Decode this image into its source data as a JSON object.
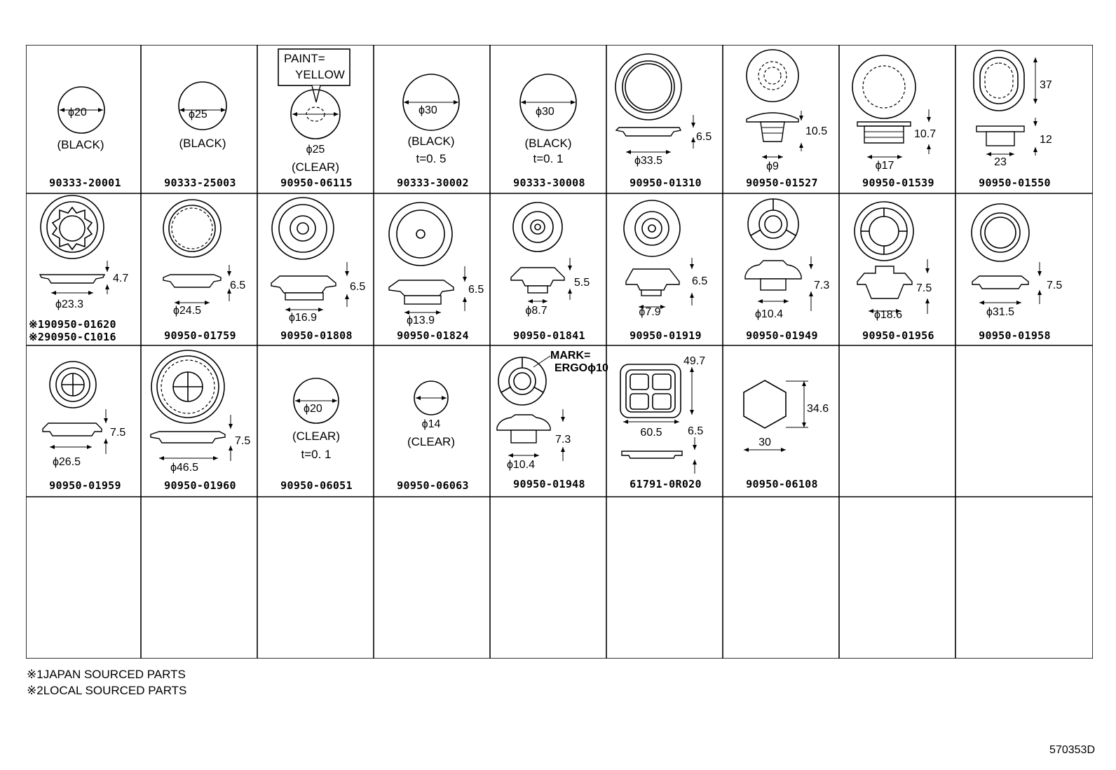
{
  "parts": [
    {
      "number": "90333-20001",
      "dims": [
        "ϕ20"
      ],
      "notes": [
        "(BLACK)"
      ]
    },
    {
      "number": "90333-25003",
      "dims": [
        "ϕ25"
      ],
      "notes": [
        "(BLACK)"
      ]
    },
    {
      "number": "90950-06115",
      "dims": [
        "ϕ25"
      ],
      "notes": [
        "(CLEAR)"
      ],
      "callout": [
        "PAINT=",
        "YELLOW"
      ]
    },
    {
      "number": "90333-30002",
      "dims": [
        "ϕ30"
      ],
      "notes": [
        "(BLACK)",
        "t=0. 5"
      ]
    },
    {
      "number": "90333-30008",
      "dims": [
        "ϕ30"
      ],
      "notes": [
        "(BLACK)",
        "t=0. 1"
      ]
    },
    {
      "number": "90950-01310",
      "dims": [
        "6.5",
        "ϕ33.5"
      ]
    },
    {
      "number": "90950-01527",
      "dims": [
        "10.5",
        "ϕ9"
      ]
    },
    {
      "number": "90950-01539",
      "dims": [
        "10.7",
        "ϕ17"
      ]
    },
    {
      "number": "90950-01550",
      "dims": [
        "37",
        "12",
        "23"
      ]
    },
    {
      "number": "90950-01620",
      "dims": [
        "4.7",
        "ϕ23.3"
      ],
      "alt": "90950-C1016",
      "marks": [
        "※1",
        "※2"
      ]
    },
    {
      "number": "90950-01759",
      "dims": [
        "6.5",
        "ϕ24.5"
      ]
    },
    {
      "number": "90950-01808",
      "dims": [
        "6.5",
        "ϕ16.9"
      ]
    },
    {
      "number": "90950-01824",
      "dims": [
        "6.5",
        "ϕ13.9"
      ]
    },
    {
      "number": "90950-01841",
      "dims": [
        "5.5",
        "ϕ8.7"
      ]
    },
    {
      "number": "90950-01919",
      "dims": [
        "6.5",
        "ϕ7.9"
      ]
    },
    {
      "number": "90950-01949",
      "dims": [
        "7.3",
        "ϕ10.4"
      ]
    },
    {
      "number": "90950-01956",
      "dims": [
        "7.5",
        "ϕ18.6"
      ]
    },
    {
      "number": "90950-01958",
      "dims": [
        "7.5",
        "ϕ31.5"
      ]
    },
    {
      "number": "90950-01959",
      "dims": [
        "7.5",
        "ϕ26.5"
      ]
    },
    {
      "number": "90950-01960",
      "dims": [
        "7.5",
        "ϕ46.5"
      ]
    },
    {
      "number": "90950-06051",
      "dims": [
        "ϕ20"
      ],
      "notes": [
        "(CLEAR)",
        "t=0. 1"
      ]
    },
    {
      "number": "90950-06063",
      "dims": [
        "ϕ14"
      ],
      "notes": [
        "(CLEAR)"
      ]
    },
    {
      "number": "90950-01948",
      "dims": [
        "7.3",
        "ϕ10.4"
      ],
      "callout": [
        "MARK=",
        "ERGOϕ10"
      ]
    },
    {
      "number": "61791-0R020",
      "dims": [
        "49.7",
        "60.5",
        "6.5"
      ]
    },
    {
      "number": "90950-06108",
      "dims": [
        "34.6",
        "30"
      ]
    }
  ],
  "footnotes": [
    {
      "mark": "※1",
      "text": "JAPAN SOURCED PARTS"
    },
    {
      "mark": "※2",
      "text": "LOCAL SOURCED PARTS"
    }
  ],
  "reference_code": "570353D"
}
